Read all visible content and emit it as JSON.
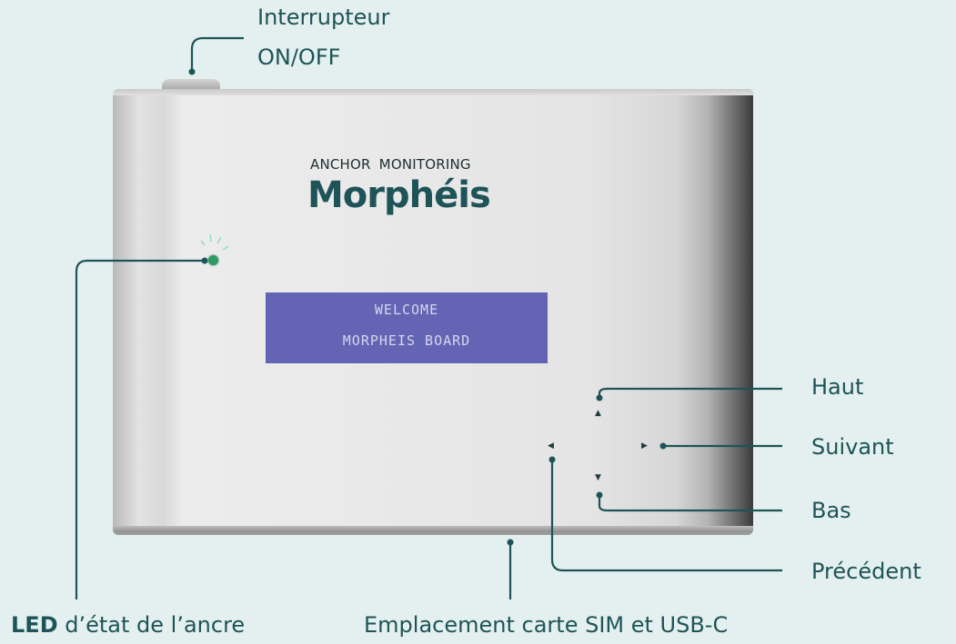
{
  "device": {
    "brand_subtitle_1": "ANCHOR",
    "brand_subtitle_2": "MONITORING",
    "brand_name": "Morphéis",
    "screen_line_1": "WELCOME",
    "screen_line_2": "MORPHEIS BOARD"
  },
  "labels": {
    "switch_line_1": "Interrupteur",
    "switch_line_2": "ON/OFF",
    "up": "Haut",
    "next": "Suivant",
    "down": "Bas",
    "previous": "Précédent",
    "led_bold": "LED",
    "led_rest": " d’état de l’ancre",
    "slot": "Emplacement carte SIM et USB-C"
  },
  "colors": {
    "background": "#e4f0ef",
    "leader": "#1e5457",
    "screen": "#6364b4",
    "led": "#2d9a62"
  }
}
